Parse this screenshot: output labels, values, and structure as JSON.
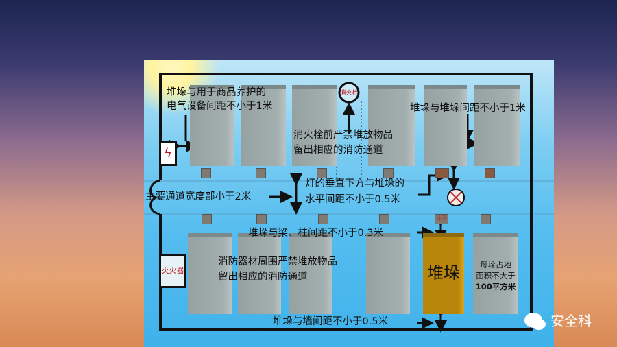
{
  "labels": {
    "equipment_line1": "堆垛与用于商品养护的",
    "equipment_line2": "电气设备间距不小于1米",
    "hydrant": "消火栓",
    "hydrant_line1": "消火栓前严禁堆放物品",
    "hydrant_line2": "留出相应的消防通道",
    "stack_gap": "堆垛与堆垛间距不小于1米",
    "main_aisle": "主要通道宽度部小于2米",
    "lamp_line1": "灯的垂直下方与堆垛的",
    "lamp_line2": "水平间距不小于0.5米",
    "beam": "堆垛与梁、柱间距不小于0.3米",
    "extinguisher": "灭火器",
    "equip_line1": "消防器材周围严禁堆放物品",
    "equip_line2": "留出相应的消防通道",
    "stack": "堆垛",
    "area_line1": "每垛占地",
    "area_line2": "面积不大于",
    "area_line3": "100平方米",
    "wall": "堆垛与墙间距不小于0.5米",
    "column_mark": "柱子"
  },
  "watermark": {
    "text": "安全科",
    "icon": "wechat-icon"
  },
  "colors": {
    "highlight_stack": "#b8860b",
    "hydrant_text": "#c0151b",
    "water": "#4fb8ee"
  }
}
